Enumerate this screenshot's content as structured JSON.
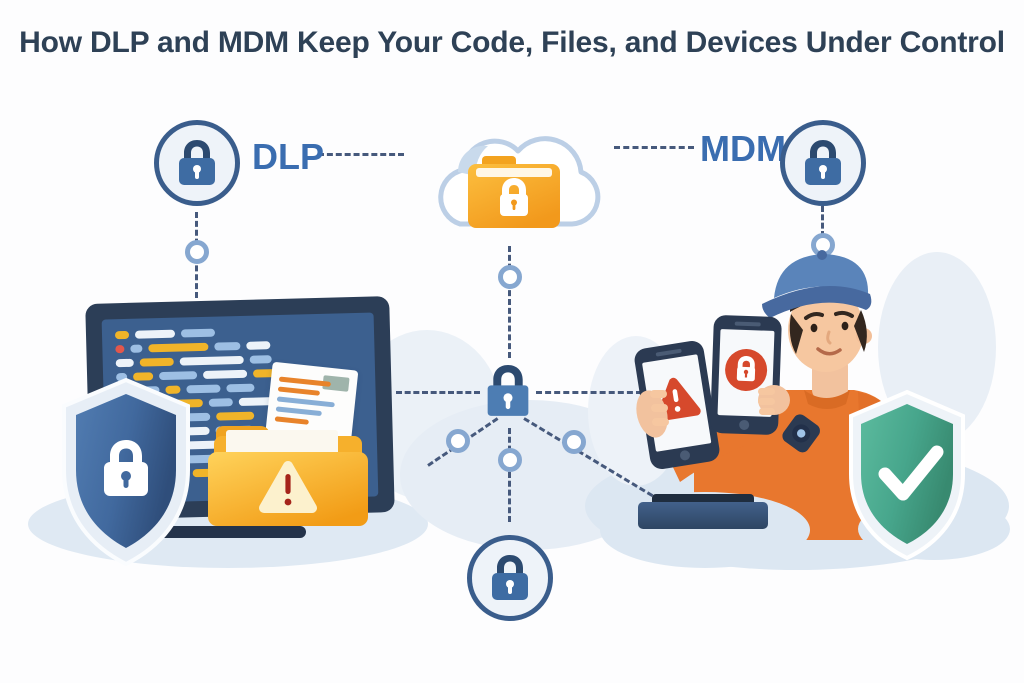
{
  "title": {
    "text": "How DLP and MDM Keep Your Code, Files, and Devices Under Control"
  },
  "labels": {
    "dlp": "DLP",
    "mdm": "MDM"
  },
  "icons": {
    "dlp_badge": "lock-badge-icon",
    "mdm_badge": "lock-badge-icon",
    "cloud": "cloud-icon",
    "cloud_folder": "folder-lock-icon",
    "hub_lock": "lock-icon",
    "bottom_badge": "lock-badge-icon",
    "left_shield": "shield-lock-icon",
    "warning_folder": "folder-warning-icon",
    "monitor": "monitor-code-icon",
    "document": "document-icon",
    "phone_left": "phone-warning-icon",
    "phone_right": "phone-lock-icon",
    "right_shield": "shield-check-icon",
    "person": "person-with-phones-illustration",
    "laptop": "laptop-icon"
  },
  "colors": {
    "title_text": "#2e4156",
    "label_blue": "#3a6db0",
    "badge_border": "#3a5d8c",
    "lock_blue": "#3e6ca3",
    "dash_line": "#46597c",
    "node_ring": "#86a7d0",
    "cloud_outline": "#bccfe6",
    "folder_yellow": "#f6a928",
    "alert_red": "#d6492c",
    "shield_blue": "#41699e",
    "shield_green": "#47a68c",
    "shirt_orange": "#e8772e",
    "screen_navy": "#3c608f",
    "bezel_navy": "#2c3e57"
  },
  "monitor": {
    "code_palette": {
      "y": "#f0b429",
      "w": "#edf3f9",
      "b": "#9dbfe4",
      "r": "#e2574c"
    },
    "code_rows": [
      [
        [
          "y",
          14
        ],
        [
          "w",
          40
        ],
        [
          "b",
          34
        ]
      ],
      [
        [
          "r",
          9
        ],
        [
          "b",
          12
        ],
        [
          "y",
          60
        ],
        [
          "b",
          26
        ],
        [
          "w",
          24
        ]
      ],
      [
        [
          "w",
          18
        ],
        [
          "y",
          34
        ],
        [
          "w",
          64
        ],
        [
          "b",
          22
        ]
      ],
      [
        [
          "b",
          11
        ],
        [
          "y",
          20
        ],
        [
          "b",
          38
        ],
        [
          "w",
          44
        ],
        [
          "y",
          26
        ]
      ],
      [
        [
          "w",
          13
        ],
        [
          "b",
          24
        ],
        [
          "y",
          15
        ],
        [
          "b",
          34
        ],
        [
          "b",
          28
        ]
      ],
      [
        [
          "w",
          28
        ],
        [
          "b",
          18
        ],
        [
          "y",
          28
        ],
        [
          "b",
          24
        ],
        [
          "w",
          34
        ]
      ],
      [
        [
          "b",
          15
        ],
        [
          "w",
          38
        ],
        [
          "b",
          28
        ],
        [
          "y",
          38
        ]
      ],
      [
        [
          "w",
          22
        ],
        [
          "b",
          32
        ],
        [
          "w",
          26
        ],
        [
          "b",
          38
        ]
      ],
      [
        [
          "b",
          18
        ],
        [
          "y",
          24
        ],
        [
          "w",
          48
        ],
        [
          "b",
          28
        ]
      ],
      [
        [
          "w",
          32
        ],
        [
          "b",
          22
        ],
        [
          "b",
          34
        ],
        [
          "w",
          18
        ]
      ],
      [
        [
          "b",
          26
        ],
        [
          "w",
          36
        ],
        [
          "y",
          20
        ]
      ]
    ]
  }
}
